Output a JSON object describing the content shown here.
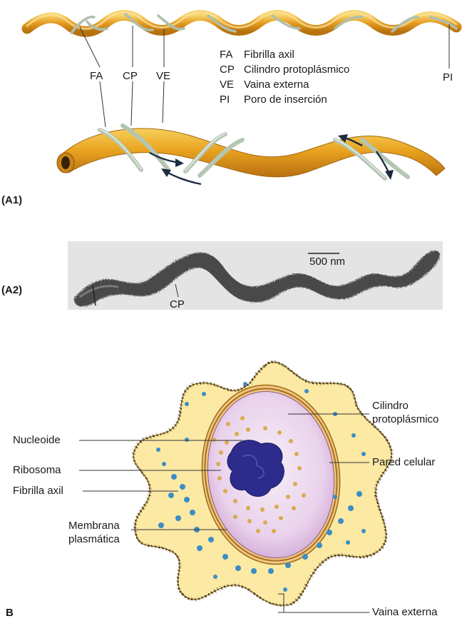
{
  "panel_a1": {
    "label": "(A1)",
    "labels": {
      "fa": "FA",
      "cp": "CP",
      "ve": "VE",
      "pi": "PI"
    },
    "legend": [
      {
        "abbr": "FA",
        "text": "Fibrilla axil"
      },
      {
        "abbr": "CP",
        "text": "Cilindro protoplásmico"
      },
      {
        "abbr": "VE",
        "text": "Vaina externa"
      },
      {
        "abbr": "PI",
        "text": "Poro de inserción"
      }
    ]
  },
  "panel_a2": {
    "label": "(A2)",
    "scale_bar": "500 nm",
    "cp_label": "CP"
  },
  "panel_b": {
    "label": "B",
    "labels": {
      "nucleoide": "Nucleoide",
      "ribosoma": "Ribosoma",
      "fibrilla": "Fibrilla axil",
      "membrana_1": "Membrana",
      "membrana_2": "plasmática",
      "cilindro_1": "Cilindro",
      "cilindro_2": "protoplásmico",
      "pared": "Pared celular",
      "vaina": "Vaina externa"
    }
  },
  "colors": {
    "cell_body": "#e8a21a",
    "cell_highlight": "#f7d46a",
    "fibril": "#b9cbb8",
    "outer_sheath": "#f6e4a0",
    "cytoplasm": "#e9d2ea",
    "nucleoid": "#2d2c8c",
    "ribosome": "#d5a84a",
    "granule_blue": "#3b8dc6"
  }
}
